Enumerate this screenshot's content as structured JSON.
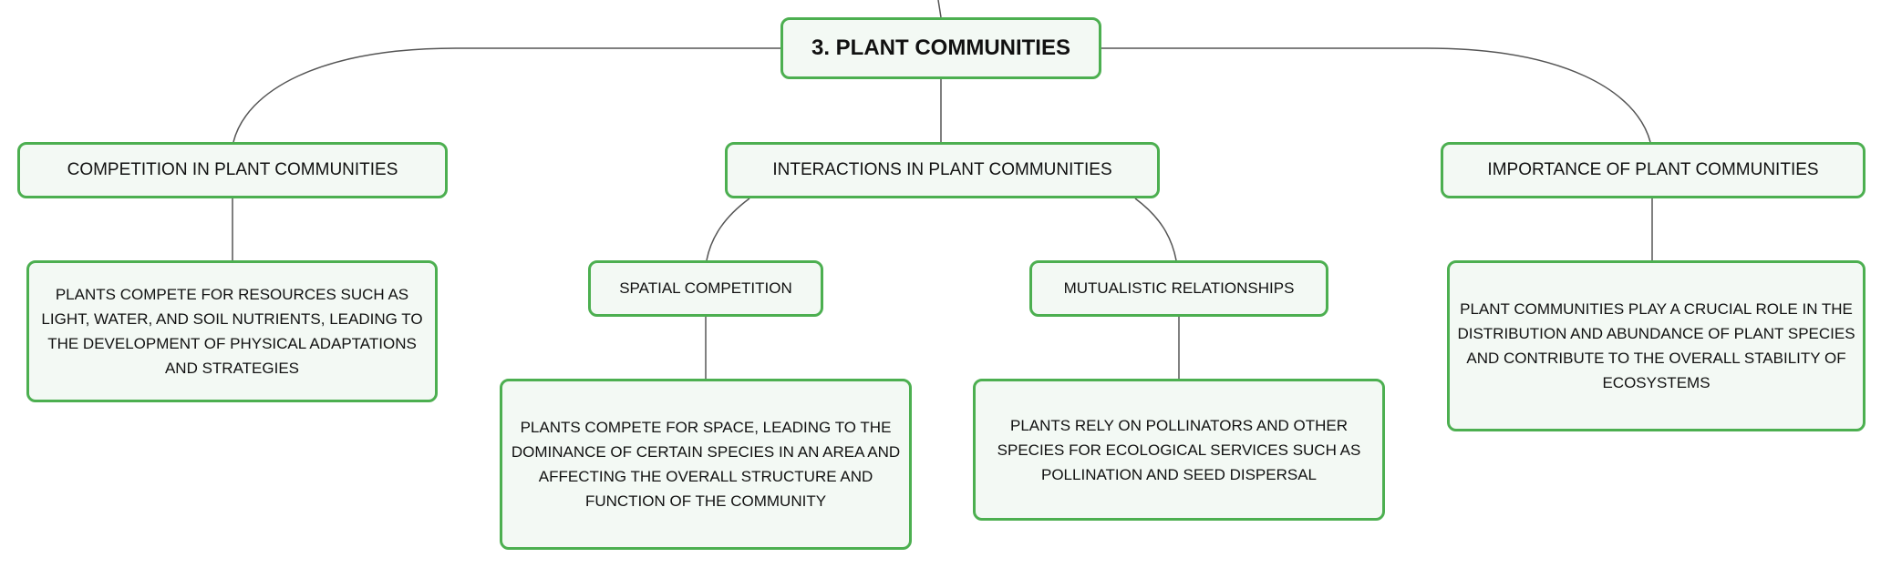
{
  "root": {
    "label": "3. PLANT COMMUNITIES"
  },
  "topics": {
    "competition": "COMPETITION IN PLANT COMMUNITIES",
    "interactions": "INTERACTIONS IN PLANT COMMUNITIES",
    "importance": "IMPORTANCE OF PLANT COMMUNITIES"
  },
  "subtopics": {
    "spatial": "SPATIAL COMPETITION",
    "mutualistic": "MUTUALISTIC RELATIONSHIPS"
  },
  "details": {
    "competition": "PLANTS COMPETE FOR RESOURCES SUCH AS LIGHT, WATER, AND SOIL NUTRIENTS, LEADING TO THE DEVELOPMENT OF PHYSICAL ADAPTATIONS AND STRATEGIES",
    "spatial": "PLANTS COMPETE FOR SPACE, LEADING TO THE DOMINANCE OF CERTAIN SPECIES IN AN AREA AND AFFECTING THE OVERALL STRUCTURE AND FUNCTION OF THE COMMUNITY",
    "mutualistic": "PLANTS RELY ON POLLINATORS AND OTHER SPECIES FOR ECOLOGICAL SERVICES SUCH AS POLLINATION AND SEED DISPERSAL",
    "importance": "PLANT COMMUNITIES PLAY A CRUCIAL ROLE IN THE DISTRIBUTION AND ABUNDANCE OF PLANT SPECIES AND CONTRIBUTE TO THE OVERALL STABILITY OF ECOSYSTEMS"
  },
  "colors": {
    "node_border": "#4caf50",
    "node_fill": "#f3f9f4",
    "connector": "#555555"
  }
}
